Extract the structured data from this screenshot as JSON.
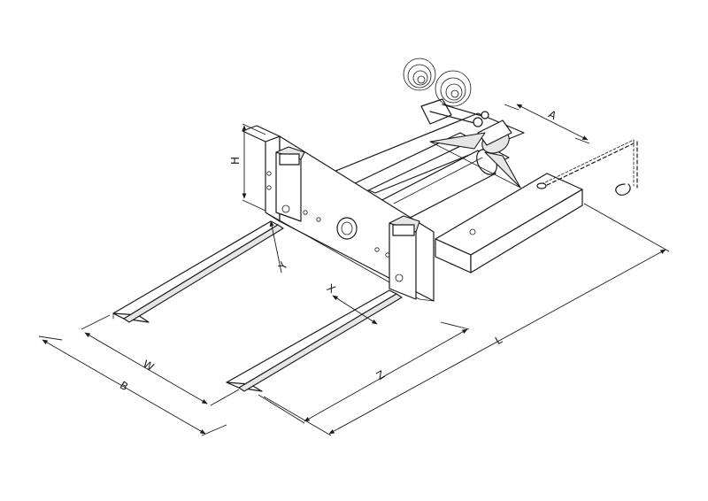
{
  "diagram": {
    "dimension_labels": {
      "H": "H",
      "A": "A",
      "Y": "Y",
      "X": "X",
      "W": "W",
      "B": "B",
      "Z": "Z",
      "L": "L"
    }
  }
}
